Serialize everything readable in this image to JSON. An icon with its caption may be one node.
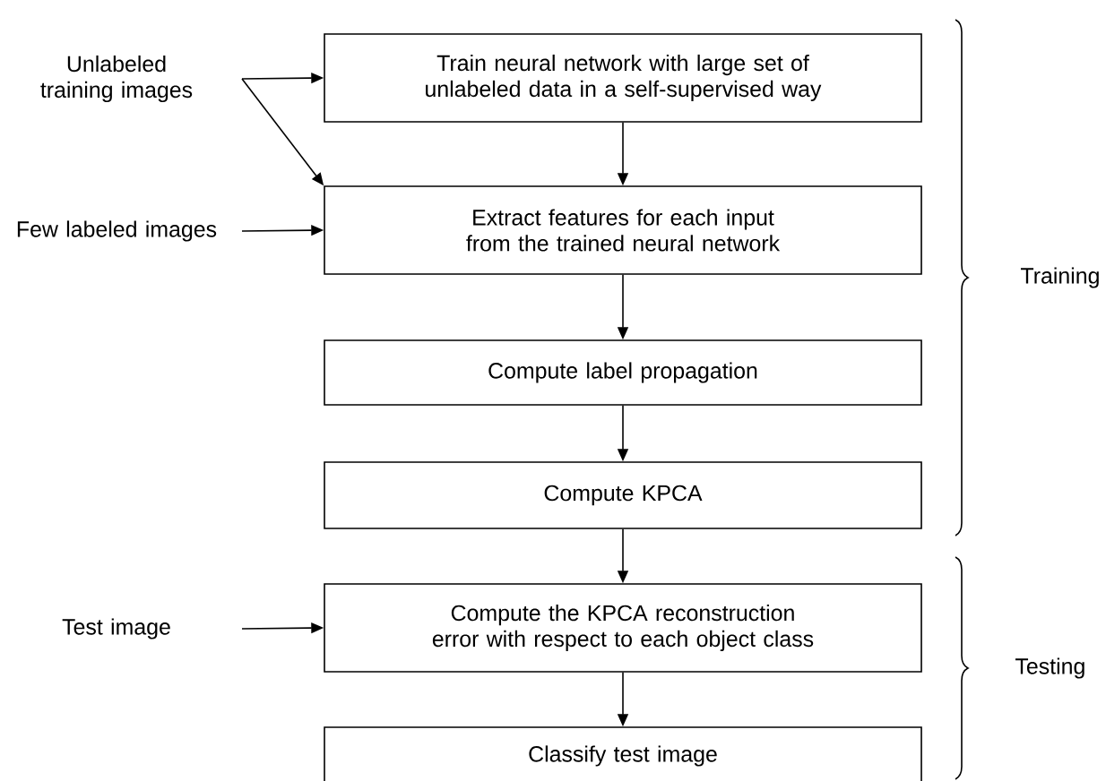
{
  "diagram": {
    "nodes": [
      {
        "text": [
          "Unlabeled training images"
        ]
      },
      {
        "text": [
          "Train neural network with large set of unlabeled data in a self-supervised way"
        ]
      },
      {
        "text": [
          "Few labeled images"
        ]
      },
      {
        "text": [
          "Extract features for each input from the trained neural network"
        ]
      },
      {
        "text": [
          "Compute label propagation"
        ]
      },
      {
        "text": [
          "Compute KPCA"
        ]
      },
      {
        "text": [
          "Test image"
        ]
      },
      {
        "text": [
          "Compute the KPCA reconstruction error with respect to each object class"
        ]
      },
      {
        "text": [
          "Classify test image"
        ]
      }
    ],
    "edges": [
      {
        "from": 0,
        "to": 1,
        "arrow": "to"
      },
      {
        "from": 0,
        "to": 3,
        "arrow": "to"
      },
      {
        "from": 1,
        "to": 3,
        "arrow": "to"
      },
      {
        "from": 2,
        "to": 3,
        "arrow": "to"
      },
      {
        "from": 3,
        "to": 4,
        "arrow": "to"
      },
      {
        "from": 4,
        "to": 5,
        "arrow": "to"
      },
      {
        "from": 5,
        "to": 7,
        "arrow": "to"
      },
      {
        "from": 6,
        "to": 7,
        "arrow": "to"
      },
      {
        "from": 7,
        "to": 8,
        "arrow": "to"
      }
    ],
    "labels": [
      "Training",
      "Testing"
    ]
  }
}
